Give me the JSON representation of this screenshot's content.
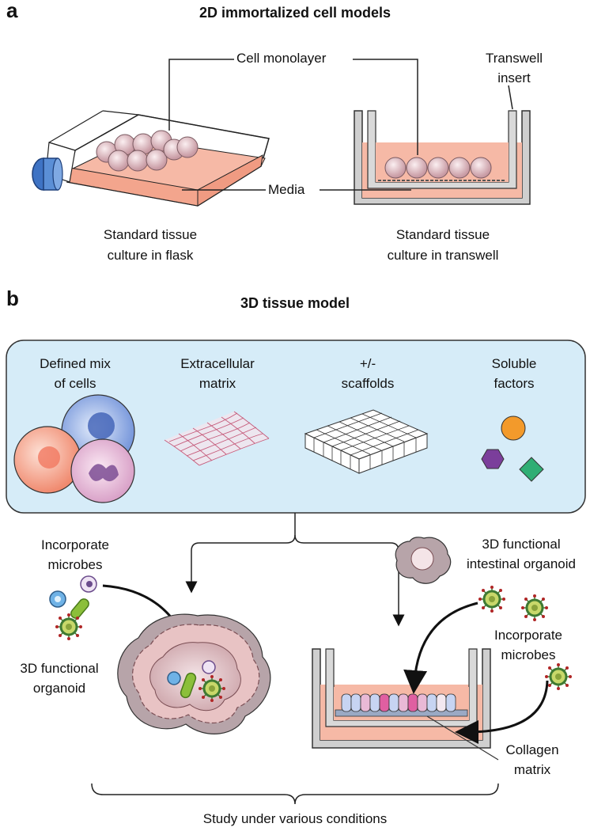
{
  "panel_a": {
    "letter": "a",
    "title": "2D immortalized cell models",
    "cell_monolayer": "Cell monolayer",
    "transwell_insert": [
      "Transwell",
      "insert"
    ],
    "media": "Media",
    "flask_caption": [
      "Standard tissue",
      "culture in flask"
    ],
    "transwell_caption": [
      "Standard tissue",
      "culture in transwell"
    ]
  },
  "panel_b": {
    "letter": "b",
    "title": "3D tissue model",
    "components": [
      {
        "label": [
          "Defined mix",
          "of cells"
        ]
      },
      {
        "label": [
          "Extracellular",
          "matrix"
        ]
      },
      {
        "label": [
          "+/-",
          "scaffolds"
        ]
      },
      {
        "label": [
          "Soluble",
          "factors"
        ]
      }
    ],
    "incorporate_microbes_left": [
      "Incorporate",
      "microbes"
    ],
    "organoid_left": [
      "3D functional",
      "organoid"
    ],
    "organoid_right": [
      "3D functional",
      "intestinal organoid"
    ],
    "incorporate_microbes_right": [
      "Incorporate",
      "microbes"
    ],
    "collagen": [
      "Collagen",
      "matrix"
    ],
    "study": "Study under various conditions"
  },
  "colors": {
    "media": "#f6b9a6",
    "box_fill": "#d6ecf8",
    "cell": "#e8c9cf",
    "virus": "#3f7a32",
    "organoid": "#d9b7b9"
  }
}
